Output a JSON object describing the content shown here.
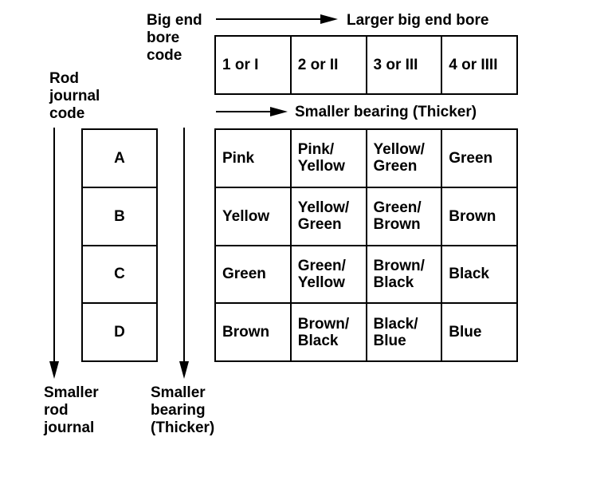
{
  "labels": {
    "big_end_bore_code": "Big end\nbore\ncode",
    "larger_big_end_bore": "Larger big end bore",
    "rod_journal_code": "Rod\njournal\ncode",
    "smaller_bearing_top": "Smaller bearing (Thicker)",
    "smaller_rod_journal": "Smaller\nrod\njournal",
    "smaller_bearing_bottom": "Smaller\nbearing\n(Thicker)"
  },
  "bore_codes": [
    "1 or I",
    "2 or II",
    "3 or III",
    "4 or IIII"
  ],
  "journal_codes": [
    "A",
    "B",
    "C",
    "D"
  ],
  "bearing_colors": [
    [
      "Pink",
      "Pink/\nYellow",
      "Yellow/\nGreen",
      "Green"
    ],
    [
      "Yellow",
      "Yellow/\nGreen",
      "Green/\nBrown",
      "Brown"
    ],
    [
      "Green",
      "Green/\nYellow",
      "Brown/\nBlack",
      "Black"
    ],
    [
      "Brown",
      "Brown/\nBlack",
      "Black/\nBlue",
      "Blue"
    ]
  ]
}
